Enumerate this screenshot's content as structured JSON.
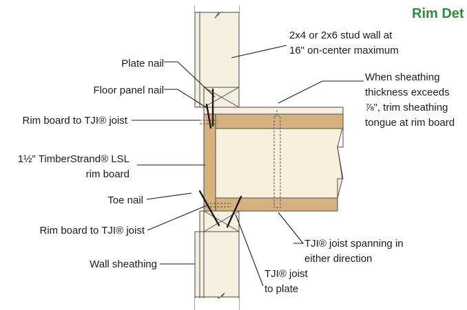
{
  "title": "Rim Det",
  "colors": {
    "title": "#2e8b3e",
    "lumber": "#f4efdf",
    "flange": "#d5b27f",
    "rim_board": "#d8b27c",
    "web": "#f6f0dc",
    "line": "#1a1a1a"
  },
  "labels": {
    "stud_wall_1": "2x4 or 2x6 stud wall at",
    "stud_wall_2": "16\" on-center maximum",
    "plate_nail": "Plate nail",
    "floor_panel_nail": "Floor panel nail",
    "sheathing_1": "When sheathing",
    "sheathing_2": "thickness exceeds",
    "sheathing_3": "⅞\", trim sheathing",
    "sheathing_4": "tongue at rim board",
    "rim_to_joist_top": "Rim board to TJI® joist",
    "rim_board_1": "1½\" TimberStrand® LSL",
    "rim_board_2": "rim board",
    "toe_nail": "Toe nail",
    "rim_to_joist_bottom": "Rim board to TJI® joist",
    "joist_spanning_1": "TJI® joist spanning in",
    "joist_spanning_2": "either direction",
    "wall_sheathing": "Wall sheathing",
    "joist_to_plate_1": "TJI® joist",
    "joist_to_plate_2": "to plate"
  }
}
